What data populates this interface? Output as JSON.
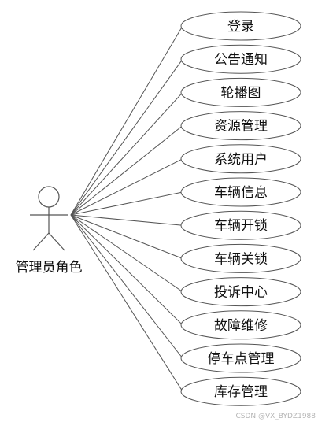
{
  "actor": {
    "label": "管理员角色"
  },
  "use_cases": [
    "登录",
    "公告通知",
    "轮播图",
    "资源管理",
    "系统用户",
    "车辆信息",
    "车辆开锁",
    "车辆关锁",
    "投诉中心",
    "故障维修",
    "停车点管理",
    "库存管理"
  ],
  "watermark": "CSDN @VX_BYDZ1988",
  "colors": {
    "stroke": "#555555",
    "ellipse_fill": "#ffffff",
    "text": "#111111"
  }
}
